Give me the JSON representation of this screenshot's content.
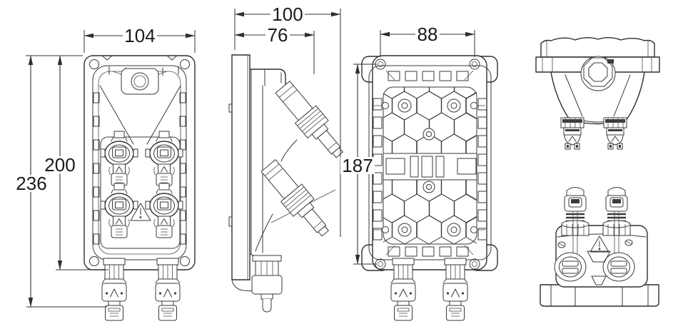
{
  "drawing": {
    "subject": "solar-junction-box-multi-view-technical-drawing",
    "background_color": "#ffffff",
    "line_color": "#2f2f2f",
    "text_color": "#1b1b1b",
    "dimensions": {
      "front_width": "104",
      "front_inner_height": "200",
      "front_overall_height": "236",
      "side_overall_depth": "100",
      "side_body_depth": "76",
      "back_hole_spacing_horizontal": "88",
      "back_hole_spacing_vertical": "187"
    }
  }
}
